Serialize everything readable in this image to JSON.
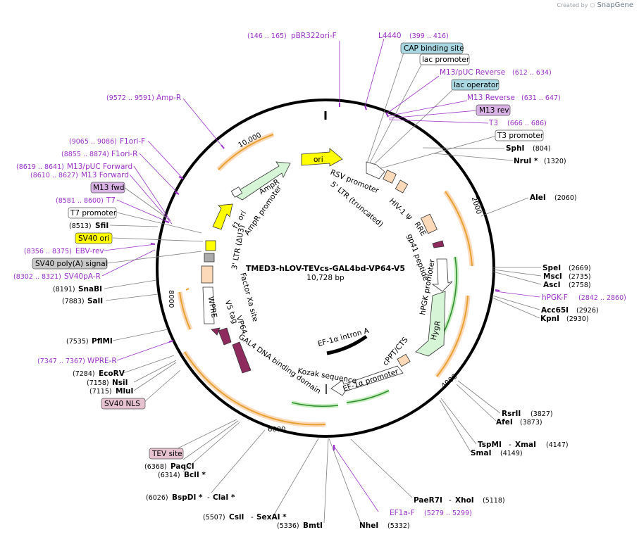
{
  "branding": {
    "created_by": "Created by",
    "app": "SnapGene"
  },
  "plasmid": {
    "name": "TMED3-hLOV-TEVcs-GAL4bd-VP64-V5",
    "length": "10,728 bp"
  },
  "ticks": [
    "10,000",
    "2000",
    "4000",
    "6000",
    "8000"
  ],
  "features": {
    "ori": "ori",
    "rsv_promoter": "RSV promoter",
    "ltr5": "5' LTR (truncated)",
    "hiv_psi": "HIV-1 Ψ",
    "rre": "RRE",
    "gp41": "gp41 peptide",
    "hpgk": "hPGK promoter",
    "hygr": "HygR",
    "cppt": "cPPT/CTS",
    "ef1a_promoter": "EF-1α promoter",
    "ef1a_intron": "EF-1α intron A",
    "kozak": "Kozak sequence",
    "gal4": "GAL4 DNA binding domain",
    "vp64": "VP64",
    "v5tag": "V5 tag",
    "wpre": "WPRE",
    "factor_xa": "Factor Xa site",
    "ltr3": "3' LTR (ΔU3)",
    "f1ori": "f1 ori",
    "ampr_promoter": "AmpR promoter",
    "ampr": "AmpR"
  },
  "labels": {
    "pbr322": {
      "coord": "(146 .. 165)",
      "name": "pBR322ori-F"
    },
    "l4440": {
      "name": "L4440",
      "coord": "(399 .. 416)"
    },
    "cap": "CAP binding site",
    "lacp": "lac promoter",
    "m13puc_rev": {
      "name": "M13/pUC Reverse",
      "coord": "(612 .. 634)"
    },
    "lacop": "lac operator",
    "m13_reverse": {
      "name": "M13 Reverse",
      "coord": "(631 .. 647)"
    },
    "m13rev": "M13 rev",
    "t3": {
      "name": "T3",
      "coord": "(666 .. 686)"
    },
    "t3p": "T3 promoter",
    "sphi": {
      "name": "SphI",
      "coord": "(804)"
    },
    "nrui": {
      "name": "NruI *",
      "coord": "(1320)"
    },
    "alei": {
      "name": "AleI",
      "coord": "(2060)"
    },
    "spei": {
      "name": "SpeI",
      "coord": "(2669)"
    },
    "msci": {
      "name": "MscI",
      "coord": "(2735)"
    },
    "asci": {
      "name": "AscI",
      "coord": "(2758)"
    },
    "hpgkf": {
      "name": "hPGK-F",
      "coord": "(2842 .. 2860)"
    },
    "acc65i": {
      "name": "Acc65I",
      "coord": "(2926)"
    },
    "kpni": {
      "name": "KpnI",
      "coord": "(2930)"
    },
    "rsrii": {
      "name": "RsrII",
      "coord": "(3827)"
    },
    "afei": {
      "name": "AfeI",
      "coord": "(3873)"
    },
    "tspmi": {
      "name": "TspMI",
      "sep": "-",
      "name2": "XmaI",
      "coord": "(4147)"
    },
    "smai": {
      "name": "SmaI",
      "coord": "(4149)"
    },
    "paer7i": {
      "name": "PaeR7I",
      "sep": "-",
      "name2": "XhoI",
      "coord": "(5118)"
    },
    "ef1af": {
      "name": "EF1a-F",
      "coord": "(5279 .. 5299)"
    },
    "nhei": {
      "name": "NheI",
      "coord": "(5332)"
    },
    "bmti": {
      "coord": "(5336)",
      "name": "BmtI"
    },
    "csii": {
      "coord": "(5507)",
      "name": "CsiI",
      "sep": "-",
      "name2": "SexAI *"
    },
    "bspdi": {
      "coord": "(6026)",
      "name": "BspDI *",
      "sep": "-",
      "name2": "ClaI *"
    },
    "bcli": {
      "coord": "(6314)",
      "name": "BclI *"
    },
    "paqci": {
      "coord": "(6368)",
      "name": "PaqCI"
    },
    "tevsite": "TEV site",
    "sv40nls": "SV40 NLS",
    "mlui": {
      "coord": "(7115)",
      "name": "MluI"
    },
    "nsii": {
      "coord": "(7158)",
      "name": "NsiI"
    },
    "ecorv": {
      "coord": "(7284)",
      "name": "EcoRV"
    },
    "wprer": {
      "coord": "(7347 .. 7367)",
      "name": "WPRE-R"
    },
    "pflmi": {
      "coord": "(7535)",
      "name": "PflMI"
    },
    "sali": {
      "coord": "(7883)",
      "name": "SalI"
    },
    "snabi": {
      "coord": "(8191)",
      "name": "SnaBI"
    },
    "sv40par": {
      "coord": "(8302 .. 8321)",
      "name": "SV40pA-R"
    },
    "sv40poly": "SV40 poly(A) signal",
    "ebvrev": {
      "coord": "(8356 .. 8375)",
      "name": "EBV-rev"
    },
    "sv40ori": "SV40 ori",
    "sfii": {
      "coord": "(8513)",
      "name": "SfiI"
    },
    "t7p": "T7 promoter",
    "t7": {
      "coord": "(8581 .. 8600)",
      "name": "T7"
    },
    "m13fwd": "M13 fwd",
    "m13forward": {
      "coord": "(8610 .. 8627)",
      "name": "M13 Forward"
    },
    "m13pucfwd": {
      "coord": "(8619 .. 8641)",
      "name": "M13/pUC Forward"
    },
    "f1orir": {
      "coord": "(8855 .. 8874)",
      "name": "F1ori-R"
    },
    "f1orif": {
      "coord": "(9065 .. 9086)",
      "name": "F1ori-F"
    },
    "ampr_primer": {
      "coord": "(9572 .. 9591)",
      "name": "Amp-R"
    }
  },
  "colors": {
    "primer": "#9b30c8",
    "orf": "#e8a030",
    "ori": "#ffff00",
    "ampr": "#d6f5d6",
    "hygr": "#d6f5d6",
    "ltr": "#fcd9b8",
    "gal4": "#8e2a5e",
    "cap": "#a9d8e2",
    "m13rev": "#d9b3e6",
    "tev": "#e6c1cf",
    "sv40poly": "#c8c8c8"
  }
}
